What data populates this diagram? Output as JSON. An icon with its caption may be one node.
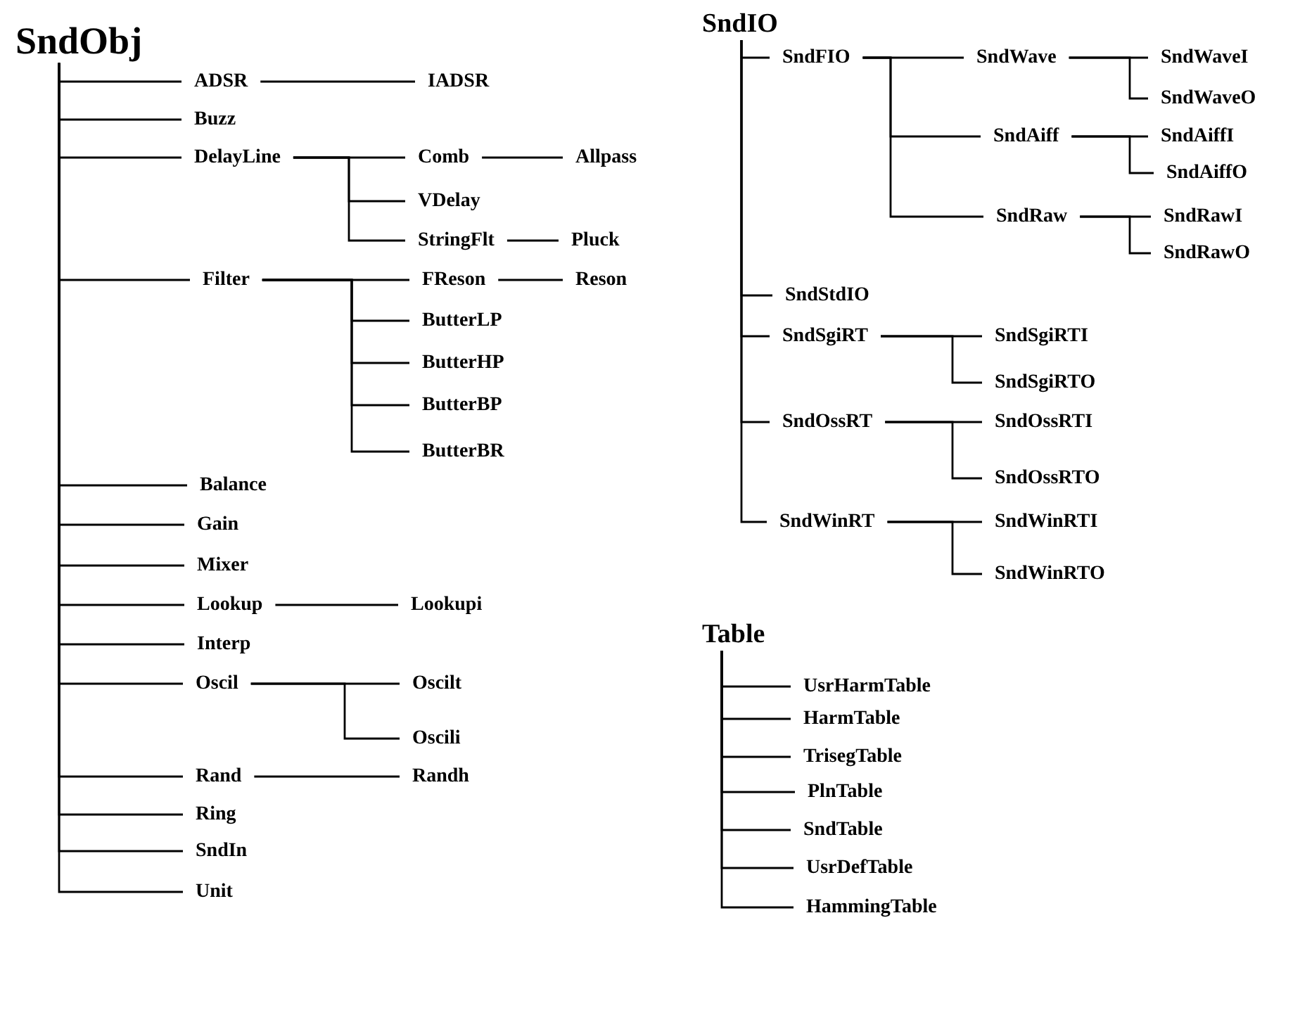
{
  "diagram": {
    "nodes": [
      {
        "text": [
          "SndObj"
        ]
      },
      {
        "text": [
          "ADSR"
        ]
      },
      {
        "text": [
          "IADSR"
        ]
      },
      {
        "text": [
          "Buzz"
        ]
      },
      {
        "text": [
          "DelayLine"
        ]
      },
      {
        "text": [
          "Comb"
        ]
      },
      {
        "text": [
          "Allpass"
        ]
      },
      {
        "text": [
          "VDelay"
        ]
      },
      {
        "text": [
          "StringFlt"
        ]
      },
      {
        "text": [
          "Pluck"
        ]
      },
      {
        "text": [
          "Filter"
        ]
      },
      {
        "text": [
          "FReson"
        ]
      },
      {
        "text": [
          "Reson"
        ]
      },
      {
        "text": [
          "ButterLP"
        ]
      },
      {
        "text": [
          "ButterHP"
        ]
      },
      {
        "text": [
          "ButterBP"
        ]
      },
      {
        "text": [
          "ButterBR"
        ]
      },
      {
        "text": [
          "Balance"
        ]
      },
      {
        "text": [
          "Gain"
        ]
      },
      {
        "text": [
          "Mixer"
        ]
      },
      {
        "text": [
          "Lookup"
        ]
      },
      {
        "text": [
          "Lookupi"
        ]
      },
      {
        "text": [
          "Interp"
        ]
      },
      {
        "text": [
          "Oscil"
        ]
      },
      {
        "text": [
          "Oscilt"
        ]
      },
      {
        "text": [
          "Oscili"
        ]
      },
      {
        "text": [
          "Rand"
        ]
      },
      {
        "text": [
          "Randh"
        ]
      },
      {
        "text": [
          "Ring"
        ]
      },
      {
        "text": [
          "SndIn"
        ]
      },
      {
        "text": [
          "Unit"
        ]
      },
      {
        "text": [
          "SndIO"
        ]
      },
      {
        "text": [
          "SndFIO"
        ]
      },
      {
        "text": [
          "SndWave"
        ]
      },
      {
        "text": [
          "SndWaveI"
        ]
      },
      {
        "text": [
          "SndWaveO"
        ]
      },
      {
        "text": [
          "SndAiff"
        ]
      },
      {
        "text": [
          "SndAiffI"
        ]
      },
      {
        "text": [
          "SndAiffO"
        ]
      },
      {
        "text": [
          "SndRaw"
        ]
      },
      {
        "text": [
          "SndRawI"
        ]
      },
      {
        "text": [
          "SndRawO"
        ]
      },
      {
        "text": [
          "SndStdIO"
        ]
      },
      {
        "text": [
          "SndSgiRT"
        ]
      },
      {
        "text": [
          "SndSgiRTI"
        ]
      },
      {
        "text": [
          "SndSgiRTO"
        ]
      },
      {
        "text": [
          "SndOssRT"
        ]
      },
      {
        "text": [
          "SndOssRTI"
        ]
      },
      {
        "text": [
          "SndOssRTO"
        ]
      },
      {
        "text": [
          "SndWinRT"
        ]
      },
      {
        "text": [
          "SndWinRTI"
        ]
      },
      {
        "text": [
          "SndWinRTO"
        ]
      },
      {
        "text": [
          "Table"
        ]
      },
      {
        "text": [
          "UsrHarmTable"
        ]
      },
      {
        "text": [
          "HarmTable"
        ]
      },
      {
        "text": [
          "TrisegTable"
        ]
      },
      {
        "text": [
          "PlnTable"
        ]
      },
      {
        "text": [
          "SndTable"
        ]
      },
      {
        "text": [
          "UsrDefTable"
        ]
      },
      {
        "text": [
          "HammingTable"
        ]
      }
    ],
    "edges": [
      {
        "from": 0,
        "to": 1,
        "arrow": "none"
      },
      {
        "from": 1,
        "to": 2,
        "arrow": "none"
      },
      {
        "from": 0,
        "to": 3,
        "arrow": "none"
      },
      {
        "from": 0,
        "to": 4,
        "arrow": "none"
      },
      {
        "from": 4,
        "to": 5,
        "arrow": "none"
      },
      {
        "from": 5,
        "to": 6,
        "arrow": "none"
      },
      {
        "from": 4,
        "to": 7,
        "arrow": "none"
      },
      {
        "from": 4,
        "to": 8,
        "arrow": "none"
      },
      {
        "from": 8,
        "to": 9,
        "arrow": "none"
      },
      {
        "from": 0,
        "to": 10,
        "arrow": "none"
      },
      {
        "from": 10,
        "to": 11,
        "arrow": "none"
      },
      {
        "from": 11,
        "to": 12,
        "arrow": "none"
      },
      {
        "from": 10,
        "to": 13,
        "arrow": "none"
      },
      {
        "from": 10,
        "to": 14,
        "arrow": "none"
      },
      {
        "from": 10,
        "to": 15,
        "arrow": "none"
      },
      {
        "from": 10,
        "to": 16,
        "arrow": "none"
      },
      {
        "from": 0,
        "to": 17,
        "arrow": "none"
      },
      {
        "from": 0,
        "to": 18,
        "arrow": "none"
      },
      {
        "from": 0,
        "to": 19,
        "arrow": "none"
      },
      {
        "from": 0,
        "to": 20,
        "arrow": "none"
      },
      {
        "from": 20,
        "to": 21,
        "arrow": "none"
      },
      {
        "from": 0,
        "to": 22,
        "arrow": "none"
      },
      {
        "from": 0,
        "to": 23,
        "arrow": "none"
      },
      {
        "from": 23,
        "to": 24,
        "arrow": "none"
      },
      {
        "from": 23,
        "to": 25,
        "arrow": "none"
      },
      {
        "from": 0,
        "to": 26,
        "arrow": "none"
      },
      {
        "from": 26,
        "to": 27,
        "arrow": "none"
      },
      {
        "from": 0,
        "to": 28,
        "arrow": "none"
      },
      {
        "from": 0,
        "to": 29,
        "arrow": "none"
      },
      {
        "from": 0,
        "to": 30,
        "arrow": "none"
      },
      {
        "from": 31,
        "to": 32,
        "arrow": "none"
      },
      {
        "from": 32,
        "to": 33,
        "arrow": "none"
      },
      {
        "from": 33,
        "to": 34,
        "arrow": "none"
      },
      {
        "from": 33,
        "to": 35,
        "arrow": "none"
      },
      {
        "from": 32,
        "to": 36,
        "arrow": "none"
      },
      {
        "from": 36,
        "to": 37,
        "arrow": "none"
      },
      {
        "from": 36,
        "to": 38,
        "arrow": "none"
      },
      {
        "from": 32,
        "to": 39,
        "arrow": "none"
      },
      {
        "from": 39,
        "to": 40,
        "arrow": "none"
      },
      {
        "from": 39,
        "to": 41,
        "arrow": "none"
      },
      {
        "from": 31,
        "to": 42,
        "arrow": "none"
      },
      {
        "from": 31,
        "to": 43,
        "arrow": "none"
      },
      {
        "from": 43,
        "to": 44,
        "arrow": "none"
      },
      {
        "from": 43,
        "to": 45,
        "arrow": "none"
      },
      {
        "from": 31,
        "to": 46,
        "arrow": "none"
      },
      {
        "from": 46,
        "to": 47,
        "arrow": "none"
      },
      {
        "from": 46,
        "to": 48,
        "arrow": "none"
      },
      {
        "from": 31,
        "to": 49,
        "arrow": "none"
      },
      {
        "from": 49,
        "to": 50,
        "arrow": "none"
      },
      {
        "from": 49,
        "to": 51,
        "arrow": "none"
      },
      {
        "from": 52,
        "to": 53,
        "arrow": "none"
      },
      {
        "from": 52,
        "to": 54,
        "arrow": "none"
      },
      {
        "from": 52,
        "to": 55,
        "arrow": "none"
      },
      {
        "from": 52,
        "to": 56,
        "arrow": "none"
      },
      {
        "from": 52,
        "to": 57,
        "arrow": "none"
      },
      {
        "from": 52,
        "to": 58,
        "arrow": "none"
      },
      {
        "from": 52,
        "to": 59,
        "arrow": "none"
      }
    ]
  }
}
